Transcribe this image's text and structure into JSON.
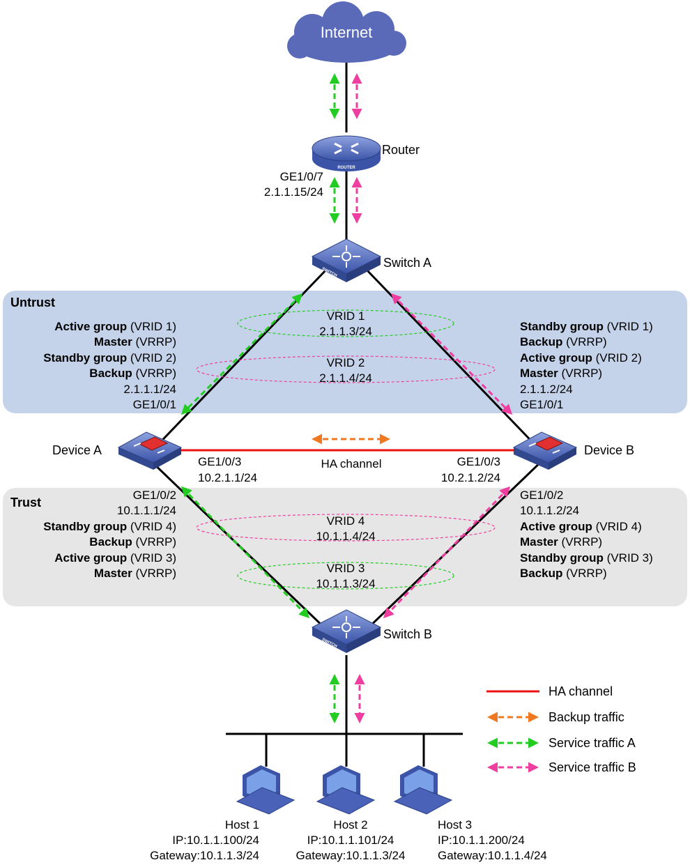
{
  "internet_label": "Internet",
  "router": {
    "name": "Router",
    "badge": "ROUTER",
    "port": "GE1/0/7",
    "ip": "2.1.1.15/24"
  },
  "switch_a": {
    "name": "Switch A",
    "badge": "SWITCH"
  },
  "switch_b": {
    "name": "Switch B",
    "badge": "SWITCH"
  },
  "zones": {
    "untrust": "Untrust",
    "trust": "Trust"
  },
  "vrid": {
    "v1": {
      "label": "VRID 1",
      "ip": "2.1.1.3/24"
    },
    "v2": {
      "label": "VRID 2",
      "ip": "2.1.1.4/24"
    },
    "v3": {
      "label": "VRID 3",
      "ip": "10.1.1.3/24"
    },
    "v4": {
      "label": "VRID 4",
      "ip": "10.1.1.4/24"
    }
  },
  "device_a": {
    "name": "Device A",
    "untrust": {
      "l1b": "Active group",
      "l1n": " (VRID 1)",
      "l2b": "Master",
      "l2n": " (VRRP)",
      "l3b": "Standby group",
      "l3n": " (VRID 2)",
      "l4b": "Backup",
      "l4n": " (VRRP)",
      "ip": "2.1.1.1/24",
      "port": "GE1/0/1"
    },
    "ha_port": "GE1/0/3",
    "ha_ip": "10.2.1.1/24",
    "trust": {
      "port": "GE1/0/2",
      "ip": "10.1.1.1/24",
      "l1b": "Standby group",
      "l1n": " (VRID 4)",
      "l2b": "Backup",
      "l2n": " (VRRP)",
      "l3b": "Active group",
      "l3n": " (VRID 3)",
      "l4b": "Master",
      "l4n": " (VRRP)"
    }
  },
  "device_b": {
    "name": "Device B",
    "untrust": {
      "l1b": "Standby group",
      "l1n": " (VRID 1)",
      "l2b": "Backup",
      "l2n": " (VRRP)",
      "l3b": "Active group",
      "l3n": " (VRID 2)",
      "l4b": "Master",
      "l4n": " (VRRP)",
      "ip": "2.1.1.2/24",
      "port": "GE1/0/1"
    },
    "ha_port": "GE1/0/3",
    "ha_ip": "10.2.1.2/24",
    "trust": {
      "port": "GE1/0/2",
      "ip": "10.1.1.2/24",
      "l1b": "Active group",
      "l1n": " (VRID 4)",
      "l2b": "Master",
      "l2n": " (VRRP)",
      "l3b": "Standby group",
      "l3n": " (VRID 3)",
      "l4b": "Backup",
      "l4n": " (VRRP)"
    }
  },
  "ha_channel_label": "HA channel",
  "hosts": [
    {
      "name": "Host 1",
      "ip": "IP:10.1.1.100/24",
      "gw": "Gateway:10.1.1.3/24"
    },
    {
      "name": "Host 2",
      "ip": "IP:10.1.1.101/24",
      "gw": "Gateway:10.1.1.3/24"
    },
    {
      "name": "Host 3",
      "ip": "IP:10.1.1.200/24",
      "gw": "Gateway:10.1.1.4/24"
    }
  ],
  "legend": {
    "ha": "HA channel",
    "backup": "Backup traffic",
    "service_a": "Service traffic A",
    "service_b": "Service traffic B"
  },
  "colors": {
    "ha_line": "#ee1111",
    "backup": "#f07820",
    "service_a": "#22cc22",
    "service_b": "#ee3fa0",
    "untrust_zone": "#c5d3ea",
    "trust_zone": "#e6e6e6",
    "cloud": "#5a6ab8",
    "device_blue": "#4a63b8"
  }
}
